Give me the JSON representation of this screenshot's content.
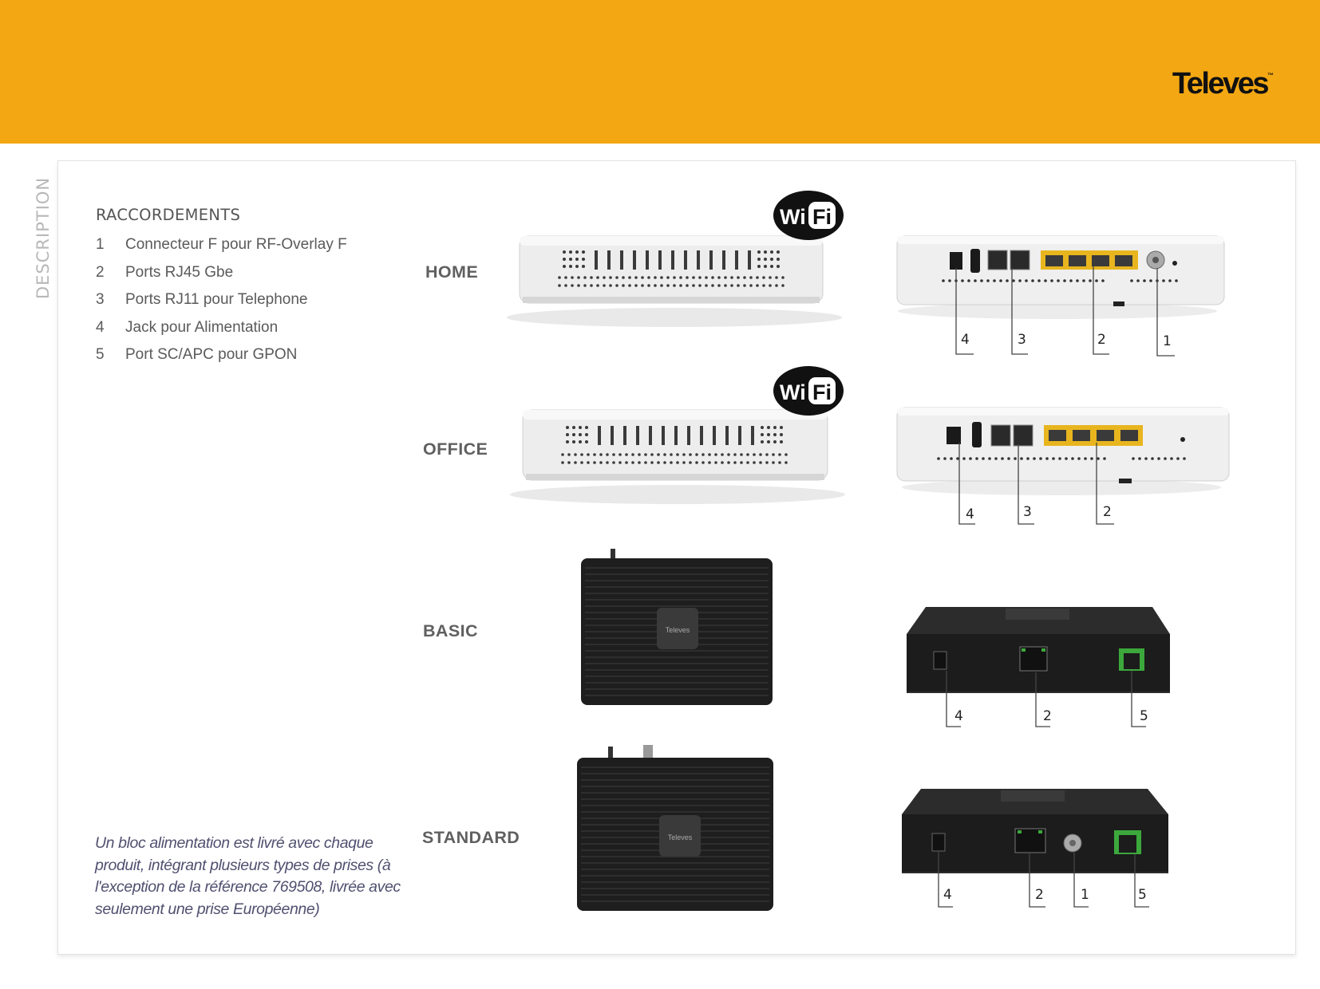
{
  "brand": {
    "name": "Televes",
    "tm": "™"
  },
  "side_label": "DESCRIPTION",
  "connections": {
    "title": "RACCORDEMENTS",
    "items": [
      {
        "num": "1",
        "label": "Connecteur F pour RF-Overlay F"
      },
      {
        "num": "2",
        "label": "Ports RJ45 Gbe"
      },
      {
        "num": "3",
        "label": "Ports RJ11 pour Telephone"
      },
      {
        "num": "4",
        "label": "Jack pour Alimentation"
      },
      {
        "num": "5",
        "label": "Port SC/APC pour GPON"
      }
    ]
  },
  "note": "Un bloc alimentation est livré avec chaque produit, intégrant plusieurs types de prises (à l'exception de la référence 769508, livrée avec seulement une prise Européenne)",
  "wifi_logo": {
    "left": "Wi",
    "right": "Fi"
  },
  "device_badge": "Televes",
  "models": [
    {
      "name": "HOME",
      "callouts": [
        "4",
        "3",
        "2",
        "1"
      ]
    },
    {
      "name": "OFFICE",
      "callouts": [
        "4",
        "3",
        "2"
      ]
    },
    {
      "name": "BASIC",
      "callouts": [
        "4",
        "2",
        "5"
      ]
    },
    {
      "name": "STANDARD",
      "callouts": [
        "4",
        "2",
        "1",
        "5"
      ]
    }
  ],
  "colors": {
    "header": "#f3a712",
    "lan_ports": "#e8b51e",
    "gpon_port": "#3ca83c",
    "device_black": "#222222",
    "device_white": "#ededed"
  }
}
